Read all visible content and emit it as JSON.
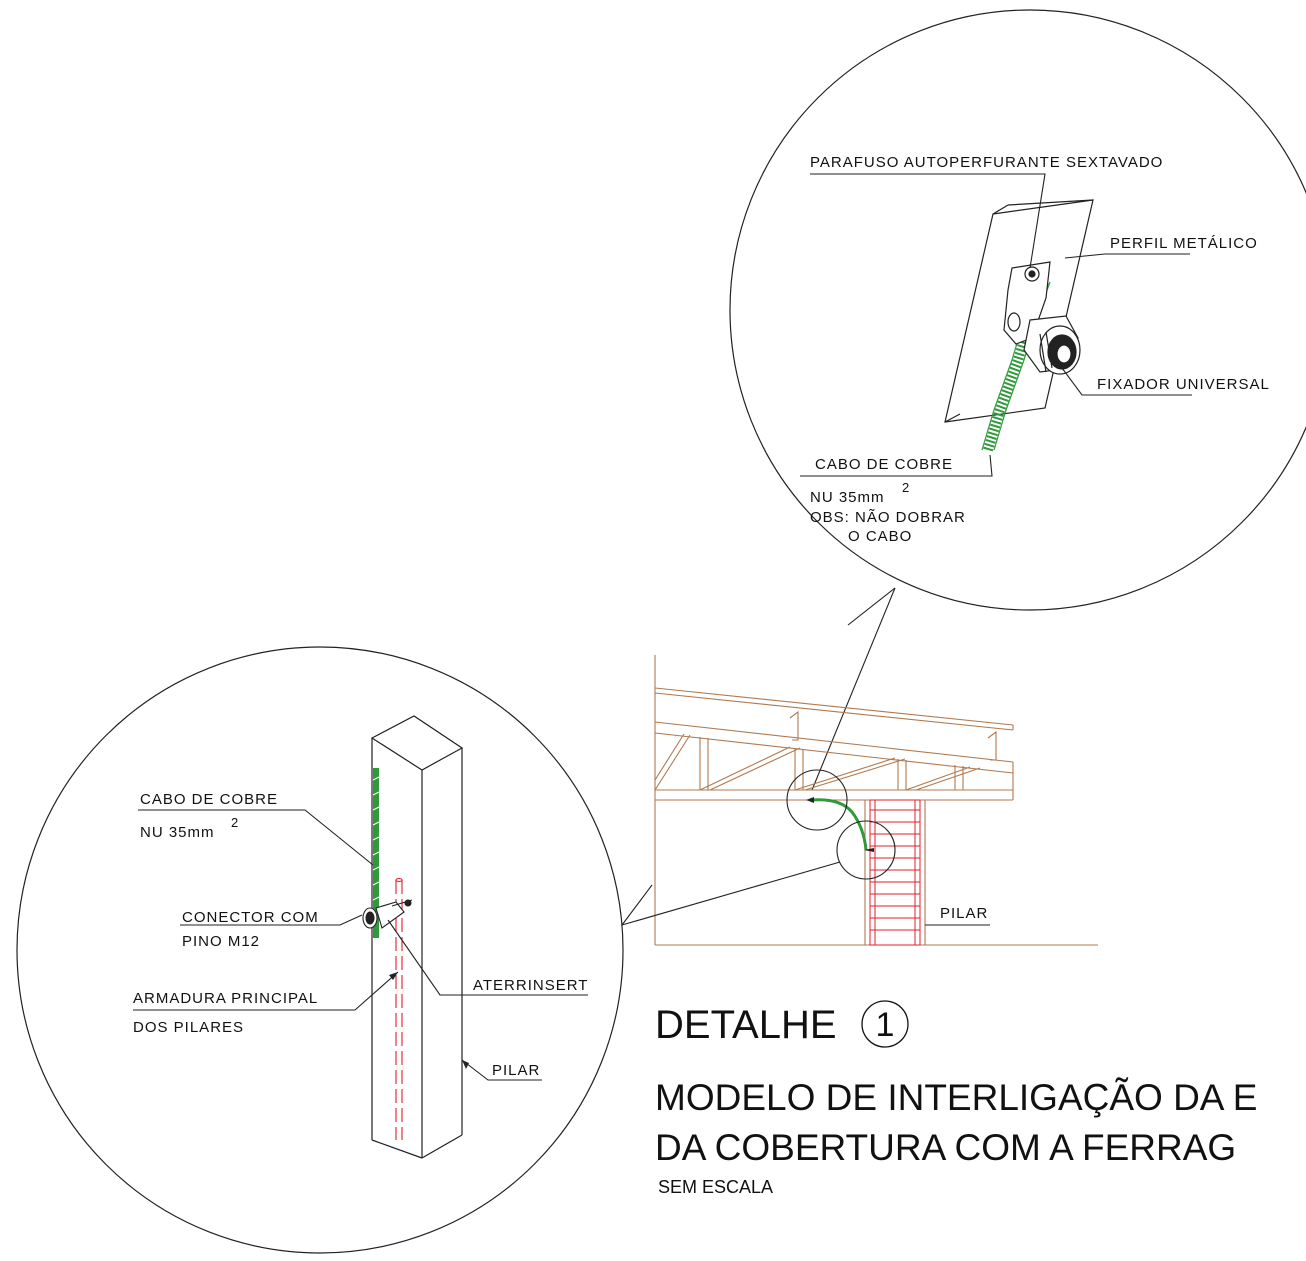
{
  "detail_top": {
    "parafuso": "PARAFUSO AUTOPERFURANTE SEXTAVADO",
    "perfil": "PERFIL METÁLICO",
    "fixador": "FIXADOR UNIVERSAL",
    "cabo": "CABO DE COBRE",
    "nu": "NU 35mm",
    "exp": "2",
    "obs1": "OBS: NÃO DOBRAR",
    "obs2": "O CABO"
  },
  "detail_left": {
    "cabo": "CABO DE COBRE",
    "nu": "NU 35mm",
    "exp": "2",
    "conector1": "CONECTOR COM",
    "conector2": "PINO M12",
    "armadura1": "ARMADURA PRINCIPAL",
    "armadura2": "DOS PILARES",
    "aterrinsert": "ATERRINSERT",
    "pilar": "PILAR"
  },
  "overview": {
    "pilar": "PILAR"
  },
  "title": {
    "detalhe": "DETALHE",
    "number": "1",
    "line1": "MODELO DE INTERLIGAÇÃO DA E",
    "line2": "DA COBERTURA COM A FERRAG",
    "scale": "SEM ESCALA"
  },
  "colors": {
    "line": "#222222",
    "structure": "#b07a4f",
    "cable": "#2e9a3a",
    "rebar": "#e0202a"
  }
}
